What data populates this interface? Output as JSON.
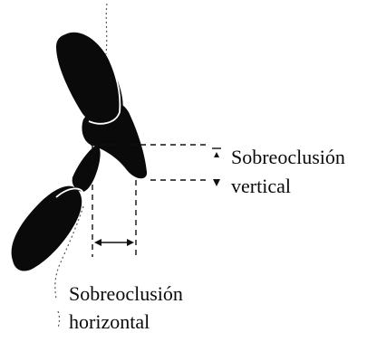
{
  "labels": {
    "vertical_line1": "Sobreoclusión",
    "vertical_line2": "vertical",
    "horizontal_line1": "Sobreoclusión",
    "horizontal_line2": "horizontal"
  },
  "colors": {
    "tooth_fill": "#0a0a0a",
    "outline": "#ffffff",
    "guide_line": "#111111",
    "background": "#ffffff"
  }
}
